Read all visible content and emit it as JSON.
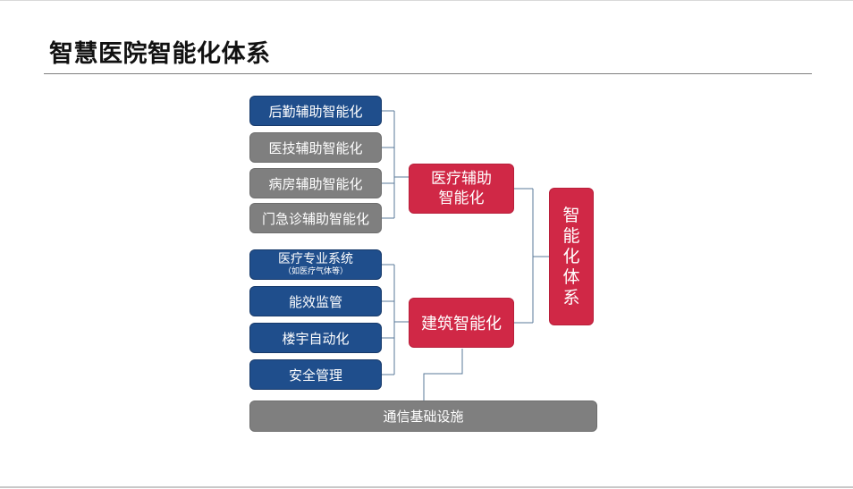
{
  "title": "智慧医院智能化体系",
  "group_medical": {
    "items": [
      "后勤辅助智能化",
      "医技辅助智能化",
      "病房辅助智能化",
      "门急诊辅助智能化"
    ],
    "hub": "医疗辅助智能化"
  },
  "group_building": {
    "item1_main": "医疗专业系统",
    "item1_sub": "（如医疗气体等）",
    "items": [
      "能效监管",
      "楼宇自动化",
      "安全管理"
    ],
    "hub": "建筑智能化"
  },
  "system": "智能化体系",
  "foundation": "通信基础设施",
  "colors": {
    "blue": "#1f4e8c",
    "gray": "#7f7f7f",
    "red": "#d02846",
    "line": "#5a7a9a"
  }
}
